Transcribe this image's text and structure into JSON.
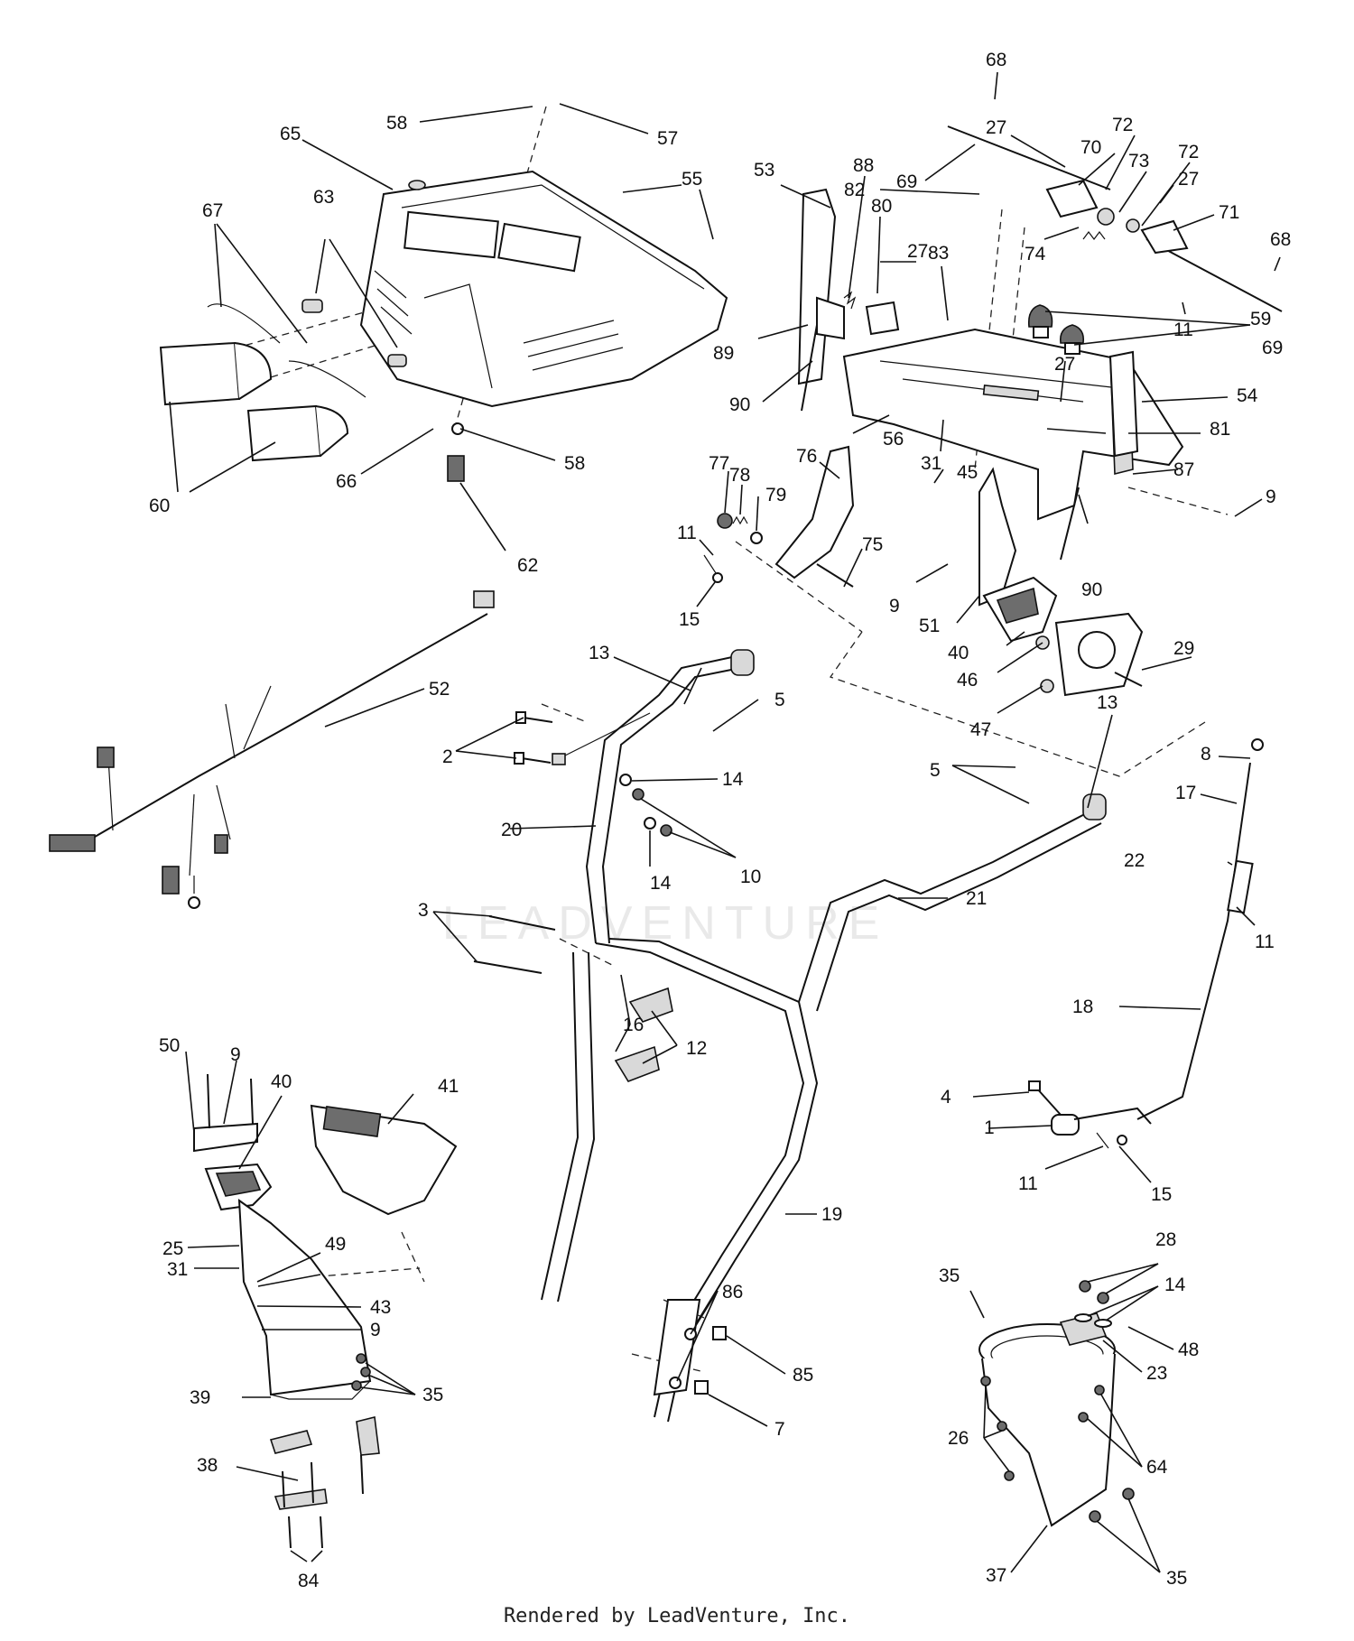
{
  "credit": "Rendered by LeadVenture, Inc.",
  "watermark": "LEADVENTURE",
  "callouts": [
    {
      "id": "c58a",
      "label": "58"
    },
    {
      "id": "c57",
      "label": "57"
    },
    {
      "id": "c65",
      "label": "65"
    },
    {
      "id": "c55",
      "label": "55"
    },
    {
      "id": "c67",
      "label": "67"
    },
    {
      "id": "c63",
      "label": "63"
    },
    {
      "id": "c60",
      "label": "60"
    },
    {
      "id": "c66",
      "label": "66"
    },
    {
      "id": "c58b",
      "label": "58"
    },
    {
      "id": "c62",
      "label": "62"
    },
    {
      "id": "c52",
      "label": "52"
    },
    {
      "id": "c68a",
      "label": "68"
    },
    {
      "id": "c27a",
      "label": "27"
    },
    {
      "id": "c72a",
      "label": "72"
    },
    {
      "id": "c70",
      "label": "70"
    },
    {
      "id": "c73",
      "label": "73"
    },
    {
      "id": "c72b",
      "label": "72"
    },
    {
      "id": "c69a",
      "label": "69"
    },
    {
      "id": "c82",
      "label": "82"
    },
    {
      "id": "c27b",
      "label": "27"
    },
    {
      "id": "c71",
      "label": "71"
    },
    {
      "id": "c68b",
      "label": "68"
    },
    {
      "id": "c53",
      "label": "53"
    },
    {
      "id": "c88",
      "label": "88"
    },
    {
      "id": "c80",
      "label": "80"
    },
    {
      "id": "c27c",
      "label": "27"
    },
    {
      "id": "c83",
      "label": "83"
    },
    {
      "id": "c74",
      "label": "74"
    },
    {
      "id": "c11a",
      "label": "11"
    },
    {
      "id": "c69b",
      "label": "69"
    },
    {
      "id": "c59",
      "label": "59"
    },
    {
      "id": "c89",
      "label": "89"
    },
    {
      "id": "c90a",
      "label": "90"
    },
    {
      "id": "c27d",
      "label": "27"
    },
    {
      "id": "c54",
      "label": "54"
    },
    {
      "id": "c56",
      "label": "56"
    },
    {
      "id": "c81",
      "label": "81"
    },
    {
      "id": "c76",
      "label": "76"
    },
    {
      "id": "c77",
      "label": "77"
    },
    {
      "id": "c78",
      "label": "78"
    },
    {
      "id": "c79",
      "label": "79"
    },
    {
      "id": "c31a",
      "label": "31"
    },
    {
      "id": "c45",
      "label": "45"
    },
    {
      "id": "c87",
      "label": "87"
    },
    {
      "id": "c9a",
      "label": "9"
    },
    {
      "id": "c11b",
      "label": "11"
    },
    {
      "id": "c75",
      "label": "75"
    },
    {
      "id": "c15a",
      "label": "15"
    },
    {
      "id": "c9b",
      "label": "9"
    },
    {
      "id": "c51",
      "label": "51"
    },
    {
      "id": "c90b",
      "label": "90"
    },
    {
      "id": "c40a",
      "label": "40"
    },
    {
      "id": "c29",
      "label": "29"
    },
    {
      "id": "c46",
      "label": "46"
    },
    {
      "id": "c47",
      "label": "47"
    },
    {
      "id": "c13a",
      "label": "13"
    },
    {
      "id": "c5a",
      "label": "5"
    },
    {
      "id": "c2",
      "label": "2"
    },
    {
      "id": "c14a",
      "label": "14"
    },
    {
      "id": "c10",
      "label": "10"
    },
    {
      "id": "c14b",
      "label": "14"
    },
    {
      "id": "c20",
      "label": "20"
    },
    {
      "id": "c13b",
      "label": "13"
    },
    {
      "id": "c5b",
      "label": "5"
    },
    {
      "id": "c8",
      "label": "8"
    },
    {
      "id": "c17",
      "label": "17"
    },
    {
      "id": "c22",
      "label": "22"
    },
    {
      "id": "c21",
      "label": "21"
    },
    {
      "id": "c11c",
      "label": "11"
    },
    {
      "id": "c3",
      "label": "3"
    },
    {
      "id": "c16",
      "label": "16"
    },
    {
      "id": "c12",
      "label": "12"
    },
    {
      "id": "c18",
      "label": "18"
    },
    {
      "id": "c50",
      "label": "50"
    },
    {
      "id": "c9c",
      "label": "9"
    },
    {
      "id": "c40b",
      "label": "40"
    },
    {
      "id": "c41",
      "label": "41"
    },
    {
      "id": "c4",
      "label": "4"
    },
    {
      "id": "c1",
      "label": "1"
    },
    {
      "id": "c11d",
      "label": "11"
    },
    {
      "id": "c15b",
      "label": "15"
    },
    {
      "id": "c19",
      "label": "19"
    },
    {
      "id": "c25",
      "label": "25"
    },
    {
      "id": "c49",
      "label": "49"
    },
    {
      "id": "c31b",
      "label": "31"
    },
    {
      "id": "c43",
      "label": "43"
    },
    {
      "id": "c9d",
      "label": "9"
    },
    {
      "id": "c86",
      "label": "86"
    },
    {
      "id": "c28",
      "label": "28"
    },
    {
      "id": "c35a",
      "label": "35"
    },
    {
      "id": "c14c",
      "label": "14"
    },
    {
      "id": "c48",
      "label": "48"
    },
    {
      "id": "c85",
      "label": "85"
    },
    {
      "id": "c23",
      "label": "23"
    },
    {
      "id": "c39",
      "label": "39"
    },
    {
      "id": "c35b",
      "label": "35"
    },
    {
      "id": "c7",
      "label": "7"
    },
    {
      "id": "c26",
      "label": "26"
    },
    {
      "id": "c64",
      "label": "64"
    },
    {
      "id": "c38",
      "label": "38"
    },
    {
      "id": "c37",
      "label": "37"
    },
    {
      "id": "c35c",
      "label": "35"
    },
    {
      "id": "c84",
      "label": "84"
    }
  ]
}
